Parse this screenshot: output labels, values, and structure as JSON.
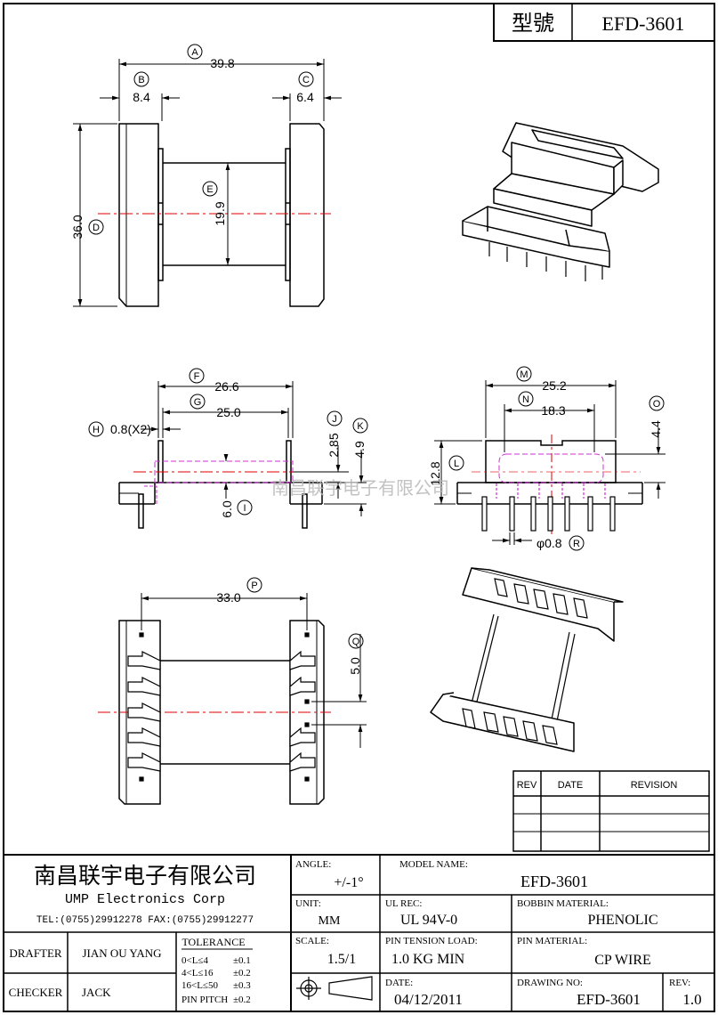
{
  "title_block": {
    "model_label": "型號",
    "model_value": "EFD-3601"
  },
  "dimensions": {
    "A": {
      "label": "A",
      "value": "39.8"
    },
    "B": {
      "label": "B",
      "value": "8.4"
    },
    "C": {
      "label": "C",
      "value": "6.4"
    },
    "D": {
      "label": "D",
      "value": "36.0"
    },
    "E": {
      "label": "E",
      "value": "19.9"
    },
    "F": {
      "label": "F",
      "value": "26.6"
    },
    "G": {
      "label": "G",
      "value": "25.0"
    },
    "H": {
      "label": "H",
      "value": "0.8(X2)"
    },
    "I": {
      "label": "I",
      "value": "6.0"
    },
    "J": {
      "label": "J",
      "value": "2.85"
    },
    "K": {
      "label": "K",
      "value": "4.9"
    },
    "L": {
      "label": "L",
      "value": "12.8"
    },
    "M": {
      "label": "M",
      "value": "25.2"
    },
    "N": {
      "label": "N",
      "value": "18.3"
    },
    "O": {
      "label": "O",
      "value": "4.4"
    },
    "P": {
      "label": "P",
      "value": "33.0"
    },
    "Q": {
      "label": "Q",
      "value": "5.0"
    },
    "R": {
      "label": "R",
      "value": "φ0.8"
    }
  },
  "watermark": "南昌联宇电子有限公司",
  "revision_table": {
    "headers": [
      "REV",
      "DATE",
      "REVISION"
    ],
    "rows": [
      [
        "",
        "",
        ""
      ],
      [
        "",
        "",
        ""
      ],
      [
        "",
        "",
        ""
      ]
    ]
  },
  "footer": {
    "company_cn": "南昌联宇电子有限公司",
    "company_en": "UMP  Electronics  Corp",
    "contact": "TEL:(0755)29912278  FAX:(0755)29912277",
    "drafter_label": "DRAFTER",
    "drafter_value": "JIAN OU YANG",
    "checker_label": "CHECKER",
    "checker_value": "JACK",
    "tolerance_label": "TOLERANCE",
    "tolerance_rows": [
      {
        "range": "0<L≤4",
        "tol": "±0.1"
      },
      {
        "range": "4<L≤16",
        "tol": "±0.2"
      },
      {
        "range": "16<L≤50",
        "tol": "±0.3"
      },
      {
        "range": "PIN PITCH",
        "tol": "±0.2"
      }
    ],
    "angle_label": "ANGLE:",
    "angle_value": "+/-1°",
    "unit_label": "UNIT:",
    "unit_value": "MM",
    "scale_label": "SCALE:",
    "scale_value": "1.5/1",
    "model_name_label": "MODEL NAME:",
    "model_name_value": "EFD-3601",
    "ul_rec_label": "UL REC:",
    "ul_rec_value": "UL 94V-0",
    "bobbin_material_label": "BOBBIN MATERIAL:",
    "bobbin_material_value": "PHENOLIC",
    "pin_tension_label": "PIN TENSION LOAD:",
    "pin_tension_value": "1.0  KG MIN",
    "pin_material_label": "PIN MATERIAL:",
    "pin_material_value": "CP  WIRE",
    "date_label": "DATE:",
    "date_value": "04/12/2011",
    "drawing_no_label": "DRAWING NO:",
    "drawing_no_value": "EFD-3601",
    "rev_label": "REV:",
    "rev_value": "1.0"
  }
}
